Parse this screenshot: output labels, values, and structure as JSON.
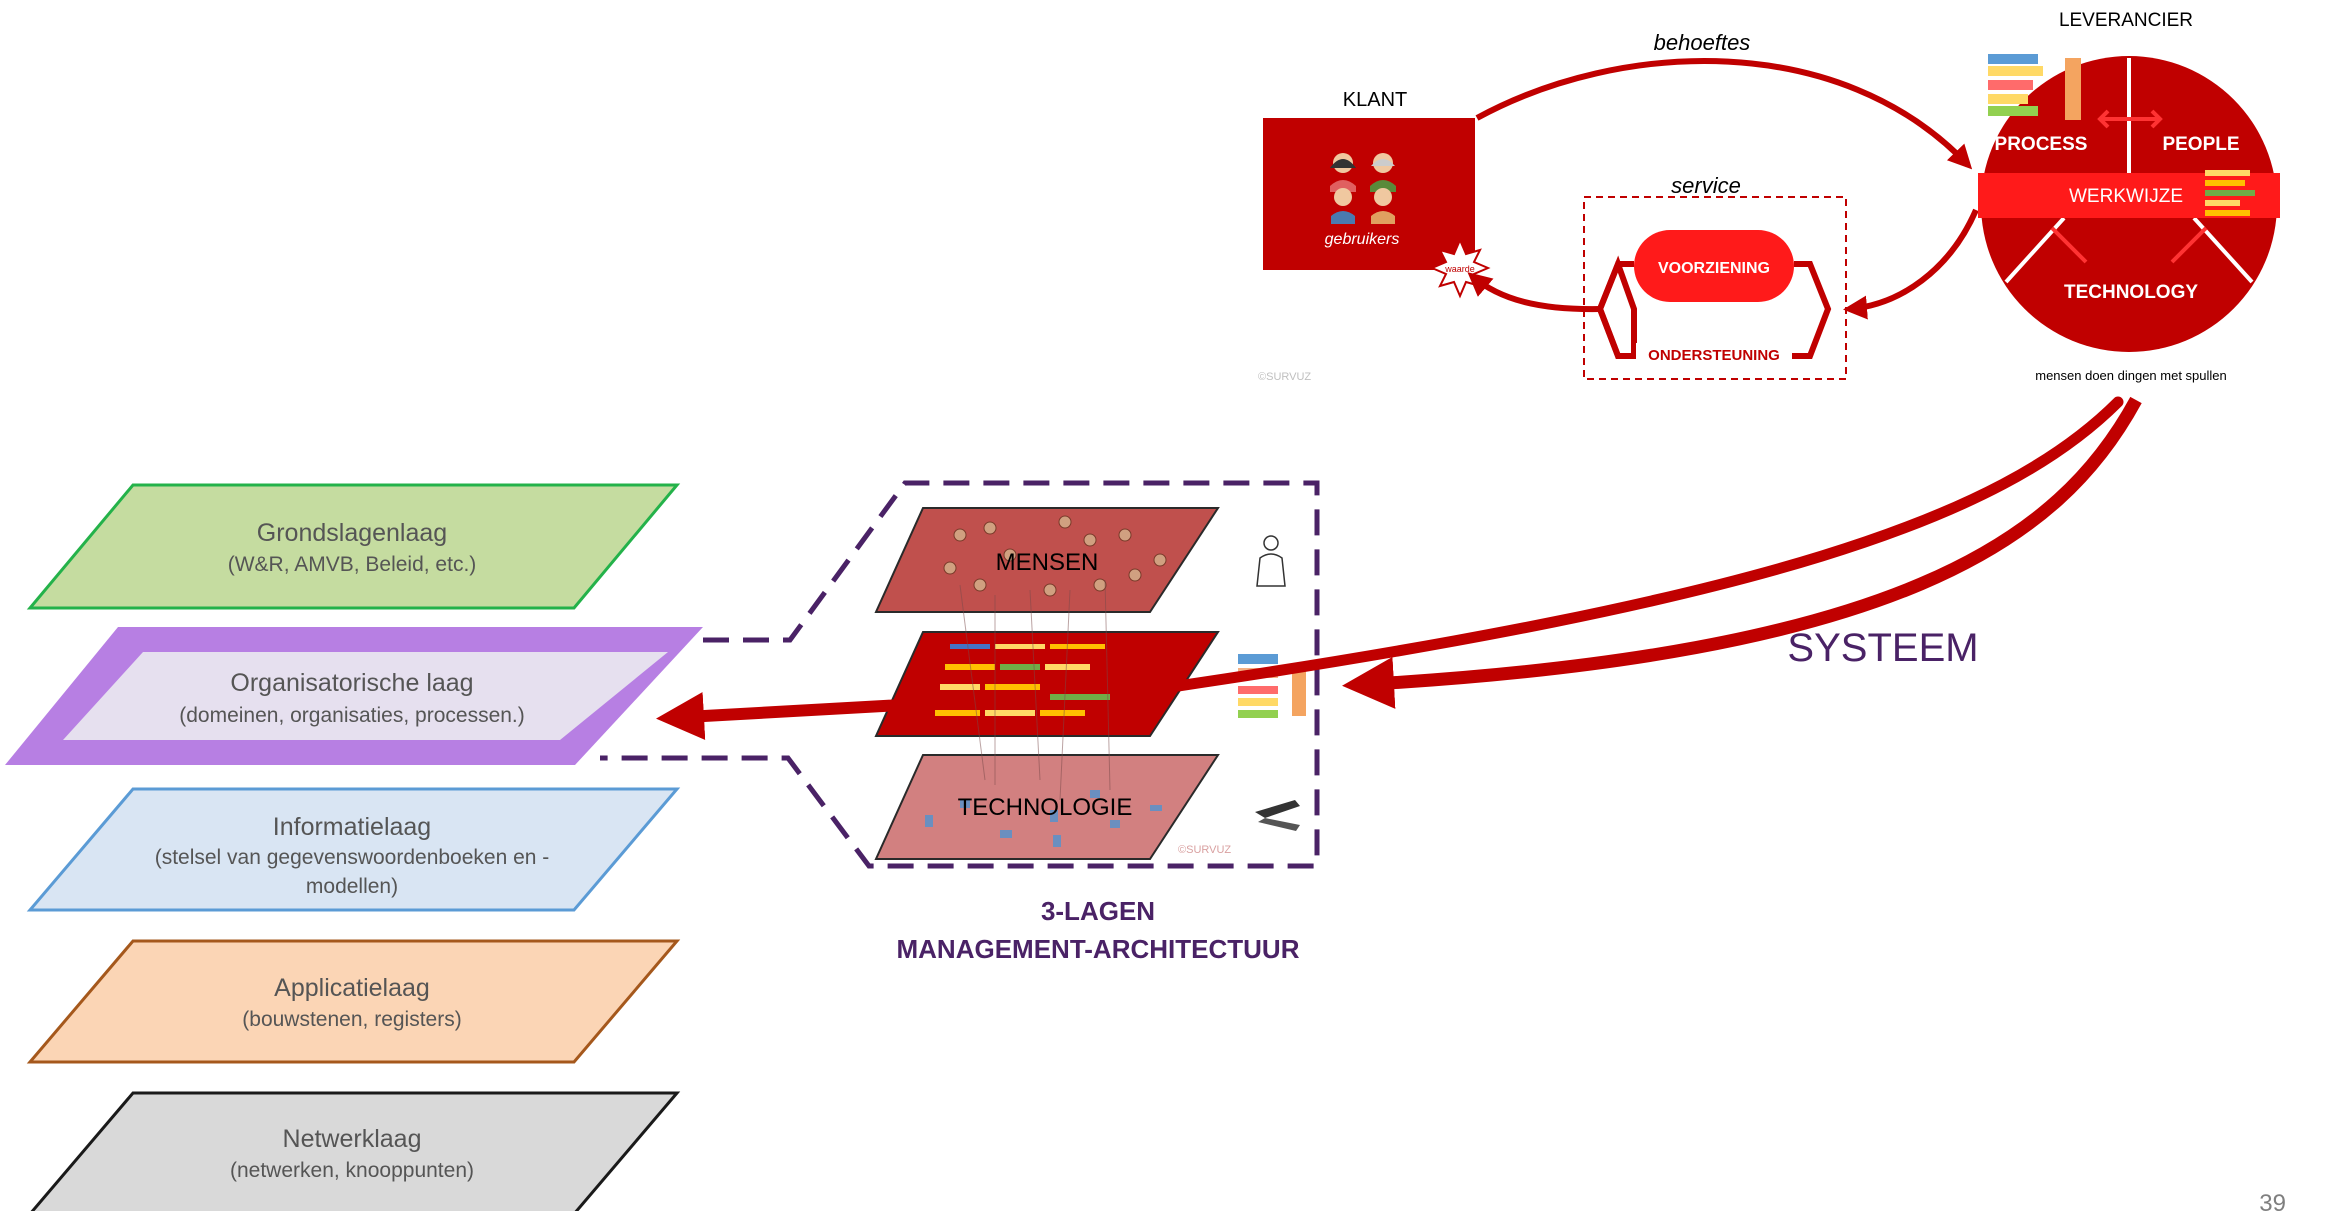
{
  "layers": [
    {
      "name": "Grondslagenlaag",
      "sub": [
        "(W&R, AMVB, Beleid, etc.)"
      ],
      "fill": "#c5dca0",
      "stroke": "#24b24a"
    },
    {
      "name": "Organisatorische laag",
      "sub": [
        "(domeinen, organisaties, processen.)"
      ],
      "fill": "#e6e0ef",
      "stroke": "#b77fe3"
    },
    {
      "name": "Informatielaag",
      "sub": [
        "(stelsel van gegevenswoordenboeken en -",
        "modellen)"
      ],
      "fill": "#d9e5f3",
      "stroke": "#5b9bd5"
    },
    {
      "name": "Applicatielaag",
      "sub": [
        "(bouwstenen, registers)"
      ],
      "fill": "#fbd5b5",
      "stroke": "#a5581c"
    },
    {
      "name": "Netwerklaag",
      "sub": [
        "(netwerken, knooppunten)"
      ],
      "fill": "#d9d9d9",
      "stroke": "#1a1a1a"
    }
  ],
  "stack": {
    "top_label": "MENSEN",
    "bottom_label": "TECHNOLOGIE",
    "copyright": "©SURVUZ",
    "caption_line1": "3-LAGEN",
    "caption_line2": "MANAGEMENT-ARCHITECTUUR",
    "dash_color": "#4a2266"
  },
  "service_model": {
    "klant": "KLANT",
    "gebruikers": "gebruikers",
    "behoeftes": "behoeftes",
    "service": "service",
    "voorziening": "VOORZIENING",
    "ondersteuning": "ONDERSTEUNING",
    "leverancier": "LEVERANCIER",
    "process": "PROCESS",
    "people": "PEOPLE",
    "werkwijze": "WERKWIJZE",
    "technology": "TECHNOLOGY",
    "tagline": "mensen doen dingen met spullen",
    "waarde": "waarde",
    "copyright": "©SURVUZ",
    "accent": "#c00000"
  },
  "systeem_label": "SYSTEEM",
  "page_number": "39"
}
